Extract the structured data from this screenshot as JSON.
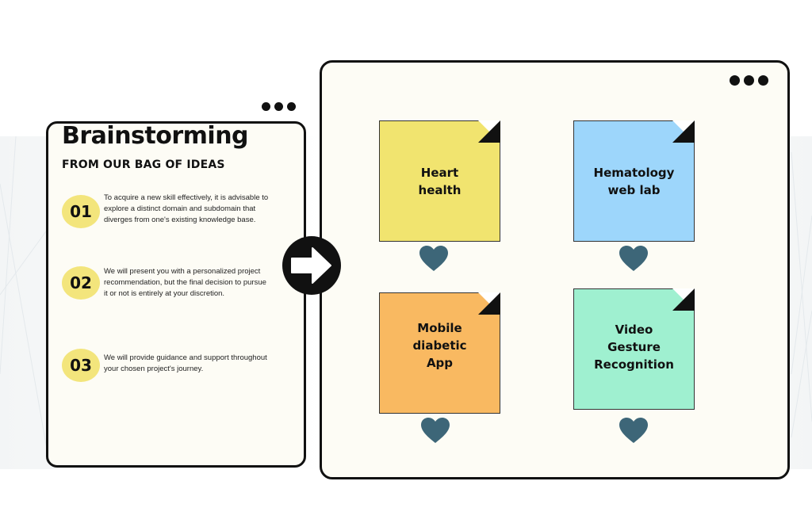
{
  "left_panel": {
    "title": "Brainstorming",
    "subtitle": "FROM OUR BAG OF IDEAS",
    "steps": [
      {
        "number": "01",
        "text": "To acquire a new skill effectively, it is advisable to explore a distinct domain and subdomain that diverges from one's existing knowledge base."
      },
      {
        "number": "02",
        "text": "We will present you with a personalized project recommendation, but the final decision to pursue it or not is entirely at your discretion."
      },
      {
        "number": "03",
        "text": "We will provide guidance and support throughout your chosen project's journey."
      }
    ]
  },
  "projects": [
    {
      "label_lines": [
        "Heart",
        "health"
      ],
      "color": "#f1e46f"
    },
    {
      "label_lines": [
        "Hematology",
        "web lab"
      ],
      "color": "#9dd6fb"
    },
    {
      "label_lines": [
        "Mobile",
        "diabetic",
        "App"
      ],
      "color": "#f9b961"
    },
    {
      "label_lines": [
        "Video",
        "Gesture",
        "Recognition"
      ],
      "color": "#9ff0d0"
    }
  ],
  "icons": {
    "more": "more-dots-icon",
    "arrow": "arrow-right-icon",
    "heart": "heart-icon"
  },
  "colors": {
    "heart": "#3d6678",
    "badge": "#f3e57c",
    "card_bg": "#fdfcf5"
  }
}
